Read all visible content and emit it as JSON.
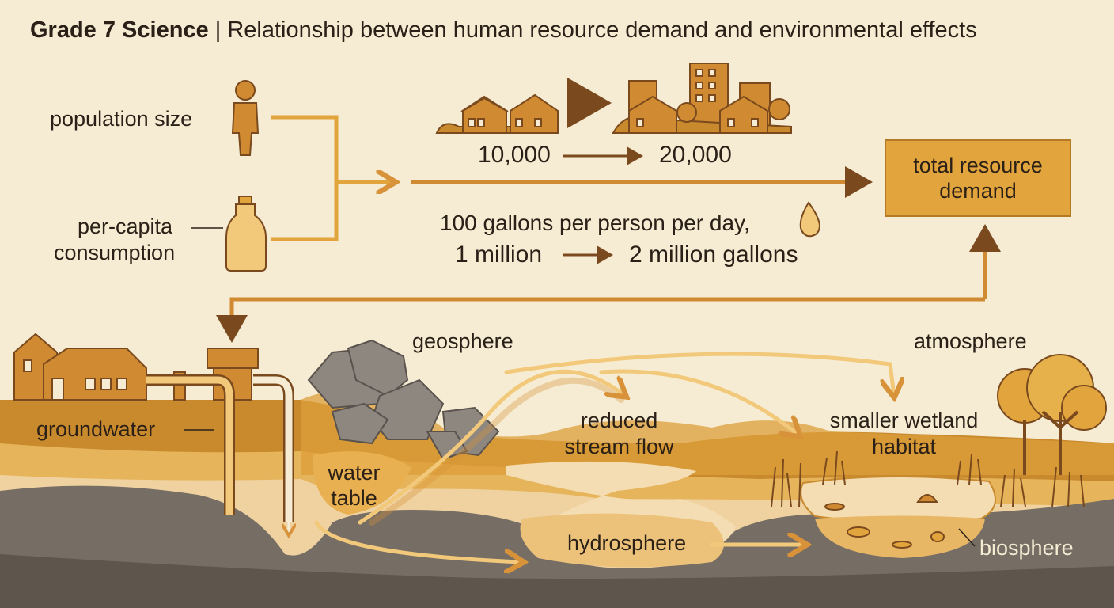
{
  "title": {
    "bold": "Grade 7 Science",
    "rest": " | Relationship between human resource demand and environmental effects"
  },
  "inputs": {
    "population_size": "population size",
    "per_capita_line1": "per-capita",
    "per_capita_line2": "consumption"
  },
  "population": {
    "from": "10,000",
    "to": "20,000"
  },
  "consumption": {
    "rate": "100 gallons per person per day,",
    "from": "1 million",
    "to": "2 million gallons"
  },
  "total_box": {
    "line1": "total resource",
    "line2": "demand"
  },
  "spheres": {
    "geosphere": "geosphere",
    "atmosphere": "atmosphere",
    "hydrosphere": "hydrosphere",
    "biosphere": "biosphere"
  },
  "effects": {
    "reduced_line1": "reduced",
    "reduced_line2": "stream flow",
    "wetland_line1": "smaller wetland",
    "wetland_line2": "habitat"
  },
  "underground": {
    "groundwater": "groundwater",
    "water_table_line1": "water",
    "water_table_line2": "table"
  },
  "colors": {
    "background": "#f6ecd3",
    "accent": "#e2a43c",
    "arrow": "#7a4a1e",
    "soil": "#c88a2e",
    "rock": "#6f6760"
  }
}
